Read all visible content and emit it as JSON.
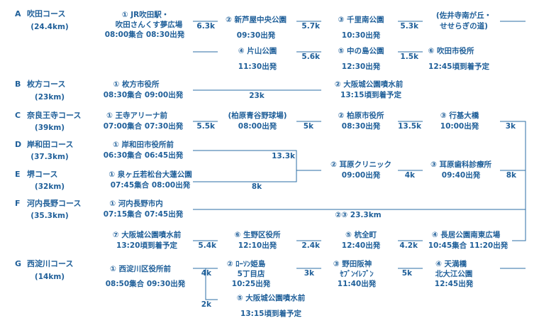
{
  "courses": [
    {
      "id": "A",
      "name": "吹田コース",
      "distance": "(24.4km)",
      "row1": {
        "start_name": "① JR吹田駅・",
        "start_name2": "吹田さんくす夢広場",
        "start_time": "08:00集合 08:30出発",
        "seg1": "6.3k",
        "p2_name": "② 新芦屋中央公園",
        "p2_time": "09:30出発",
        "seg2": "5.7k",
        "p3_name": "③ 千里南公園",
        "p3_time": "10:30出発",
        "seg3": "5.3k",
        "p4_name": "(佐井寺南が丘・",
        "p4_name2": "せせらぎの道)"
      },
      "row2": {
        "p4_name": "④ 片山公園",
        "p4_time": "11:30出発",
        "seg4": "5.6k",
        "p5_name": "⑤ 中の島公園",
        "p5_time": "12:30出発",
        "seg5": "1.5k",
        "p6_name": "⑥ 吹田市役所",
        "p6_time": "12:45頃到着予定"
      }
    },
    {
      "id": "B",
      "name": "枚方コース",
      "distance": "(23km)",
      "start_name": "① 枚方市役所",
      "start_time": "08:30集合 09:00出発",
      "seg1": "23k",
      "end_name": "② 大阪城公園噴水前",
      "end_time": "13:15頃到着予定"
    },
    {
      "id": "C",
      "name": "奈良王寺コース",
      "distance": "(39km)",
      "start_name": "① 王寺アリーナ前",
      "start_time": "07:00集合 07:30出発",
      "seg1": "5.5k",
      "p_mid_name": "(柏原青谷野球場)",
      "p_mid_time": "08:00出発",
      "seg2": "5k",
      "p2_name": "② 柏原市役所",
      "p2_time": "08:30出発",
      "seg3": "13.5k",
      "p3_name": "③ 行基大橋",
      "p3_time": "10:00出発",
      "seg4": "3k"
    },
    {
      "id": "D",
      "name": "岸和田コース",
      "distance": "(37.3km)",
      "start_name": "① 岸和田市役所前",
      "start_time": "06:30集合 06:45出発",
      "seg1": "13.3k"
    },
    {
      "id": "E",
      "name": "堺コース",
      "distance": "(32km)",
      "start_name": "① 泉ヶ丘若松台大蓮公園",
      "start_time": "07:45集合 08:00出発",
      "seg1": "8k",
      "p2_name": "② 耳原クリニック",
      "p2_time": "09:00出発",
      "seg2": "4k",
      "p3_name": "③ 耳原歯科診療所",
      "p3_time": "09:40出発",
      "seg3": "8k"
    },
    {
      "id": "F",
      "name": "河内長野コース",
      "distance": "(35.3km)",
      "start_name": "① 河内長野市内",
      "start_time": "07:15集合 07:45出発",
      "seg1": "②③ 23.3km",
      "p7_name": "⑦ 大阪城公園噴水前",
      "p7_time": "13:20頃到着予定",
      "seg7": "5.4k",
      "p6_name": "⑥ 生野区役所",
      "p6_time": "12:10出発",
      "seg6": "2.4k",
      "p5_name": "⑤ 杭全町",
      "p5_time": "12:40出発",
      "seg5": "4.2k",
      "p4_name": "④ 長居公園南東広場",
      "p4_time": "10:45集合 11:20出発"
    },
    {
      "id": "G",
      "name": "西淀川コース",
      "distance": "(14km)",
      "start_name": "① 西淀川区役所前",
      "start_time": "08:50集合 09:30出発",
      "seg1": "4k",
      "p2_name": "② ﾛｰｿﾝ姫島",
      "p2_name2": "5丁目店",
      "p2_time": "10:25出発",
      "seg2": "3k",
      "p3_name": "③ 野田阪神",
      "p3_name2": "ｾﾌﾞﾝｲﾚﾌﾞﾝ",
      "p3_time": "11:40出発",
      "seg3": "5k",
      "p4_name": "④ 天満橋",
      "p4_name2": "北大江公園",
      "p4_time": "12:45出発",
      "seg4": "2k",
      "p5_name": "⑤ 大阪城公園噴水前",
      "p5_time": "13:15頃到着予定"
    }
  ]
}
